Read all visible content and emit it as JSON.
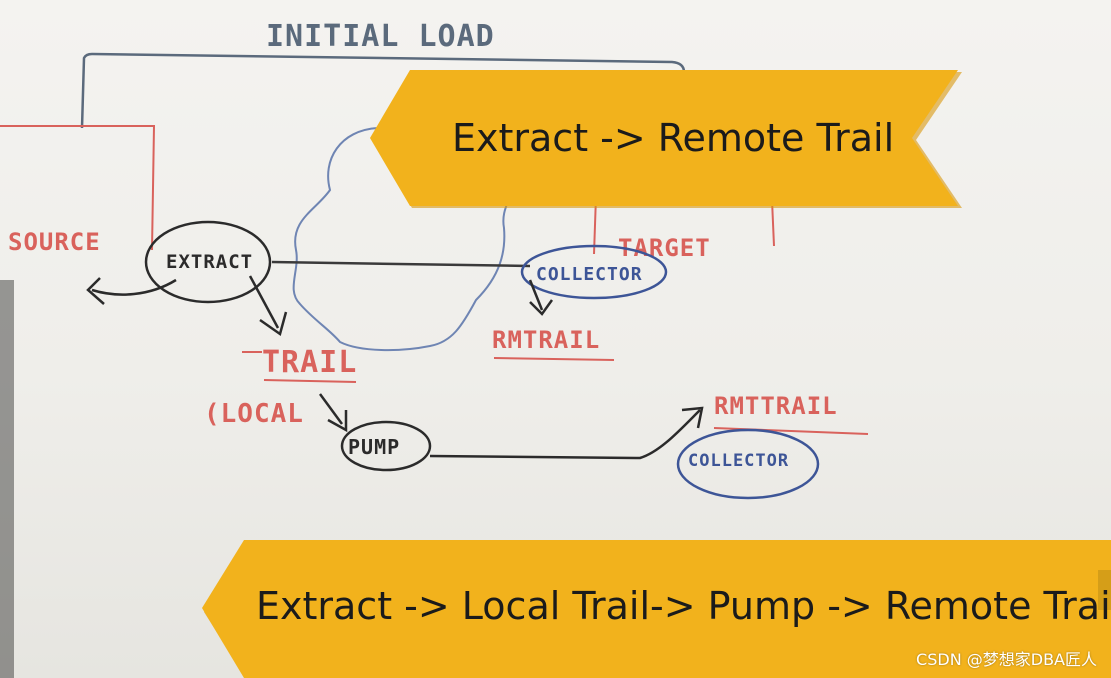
{
  "board_labels": {
    "initial_load": "INITIAL LOAD",
    "source": "SOURCE",
    "extract": "EXTRACT",
    "target": "TARGET",
    "collector_top": "COLLECTOR",
    "rmtrail_top": "RMTRAIL",
    "trail": "TRAIL",
    "local": "(LOCAL",
    "pump": "PUMP",
    "rmttrail_bottom": "RMTTRAIL",
    "collector_bottom": "COLLECTOR"
  },
  "banners": {
    "top": "Extract ->  Remote Trail",
    "bottom": "Extract -> Local Trail-> Pump -> Remote Trail"
  },
  "watermark": "CSDN @梦想家DBA匠人",
  "colors": {
    "banner": "#f2b21c",
    "banner_shadow": "#d9980e",
    "marker_red": "#d9625c",
    "marker_black": "#2b2b2b",
    "marker_blue": "#3d5597",
    "marker_slate": "#5b6a7c"
  }
}
